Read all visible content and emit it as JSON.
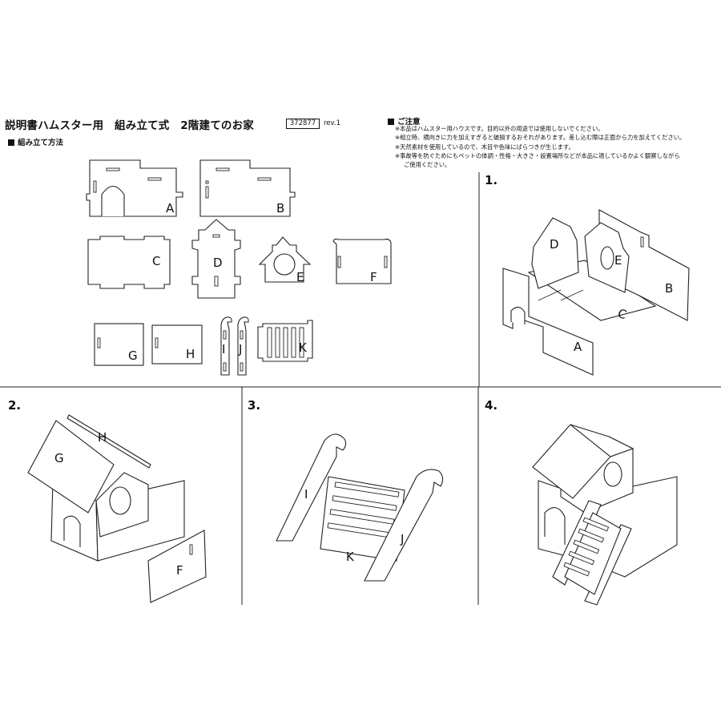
{
  "header": {
    "title": "説明書ハムスター用　組み立て式　2階建てのお家",
    "code": "372877",
    "rev": "rev.1"
  },
  "sections": {
    "method": "組み立て方法",
    "caution": "ご注意"
  },
  "caution_notes": [
    "※本品はハムスター用ハウスです。目的以外の用途では使用しないでください。",
    "※組立時、横向きに力を加えすぎると破損するおそれがあります。差し込む際は正面から力を加えてください。",
    "※天然素材を使用しているので、木目や色味にばらつきが生じます。",
    "※事故等を防ぐためにもペットの体調・性格・大きさ・設置場所などが本品に適しているかよく観察しながら",
    "ご使用ください。"
  ],
  "parts": {
    "A": "A",
    "B": "B",
    "C": "C",
    "D": "D",
    "E": "E",
    "F": "F",
    "G": "G",
    "H": "H",
    "I": "I",
    "J": "J",
    "K": "K"
  },
  "steps": [
    "1.",
    "2.",
    "3.",
    "4."
  ]
}
